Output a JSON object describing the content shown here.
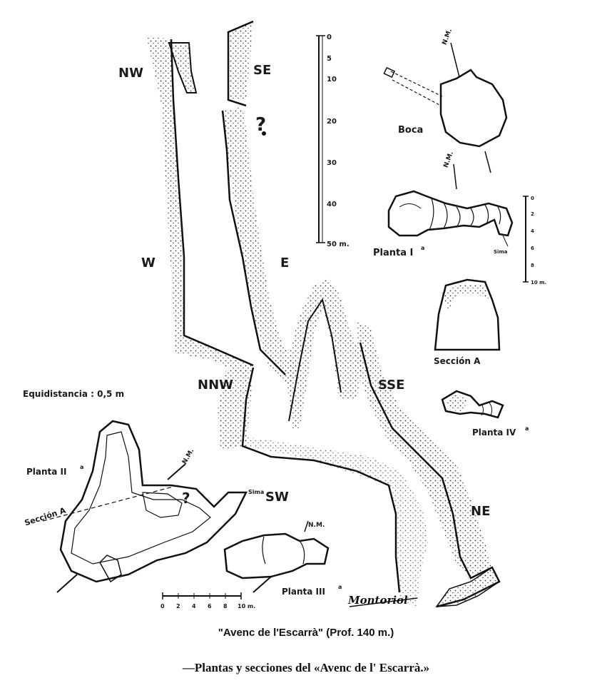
{
  "figure": {
    "directions": {
      "nw": "NW",
      "se": "SE",
      "w": "W",
      "e": "E",
      "nnw": "NNW",
      "sse": "SSE",
      "sw": "SW",
      "ne": "NE"
    },
    "question_mark": "?",
    "main_scale": {
      "ticks": [
        "0",
        "5",
        "10",
        "20",
        "30",
        "40",
        "50 m."
      ]
    },
    "small_scale": {
      "ticks": [
        "0",
        "2",
        "4",
        "6",
        "8",
        "10 m."
      ]
    },
    "bottom_scale": {
      "ticks": [
        "0",
        "2",
        "4",
        "6",
        "8",
        "10 m."
      ]
    },
    "labels": {
      "boca": "Boca",
      "planta_1": "Planta I",
      "planta_1_sup": "a",
      "sima": "Sima",
      "seccion_a": "Sección A",
      "planta_4": "Planta IV",
      "planta_4_sup": "a",
      "equidistancia": "Equidistancia : 0,5 m",
      "planta_2": "Planta II",
      "planta_2_sup": "a",
      "seccion_a_line": "Sección A",
      "planta_3": "Planta III",
      "planta_3_sup": "a",
      "north": "N.M.",
      "signature": "Montoriol"
    },
    "caption_inner": "\"Avenc de l'Escarrà\" (Prof. 140 m.)"
  },
  "caption": "—Plantas y secciones del «Avenc de l' Escarrà.»"
}
